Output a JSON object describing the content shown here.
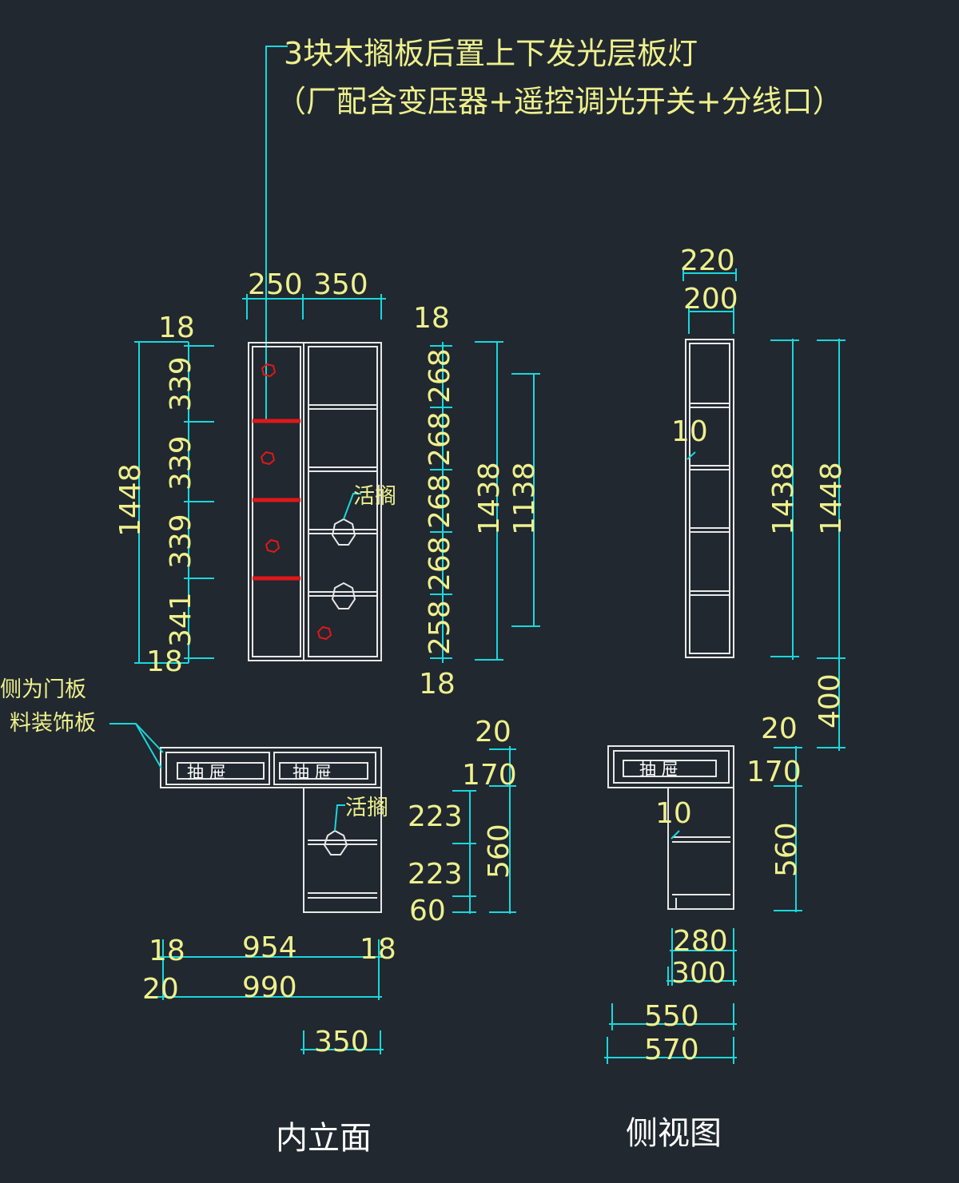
{
  "notes": {
    "line1": "3块木搁板后置上下发光层板灯",
    "line2": "（厂配含变压器+遥控调光开关+分线口）",
    "door_panel_1": "侧为门板",
    "door_panel_2": "料装饰板",
    "movable_shelf_1": "活搁",
    "movable_shelf_2": "活搁",
    "drawer_1": "抽 屉",
    "drawer_2": "抽 屉",
    "drawer_3": "抽 屉"
  },
  "titles": {
    "elevation": "内立面",
    "side_view": "侧视图"
  },
  "elevation": {
    "top_widths": [
      "250",
      "350"
    ],
    "left_total": "1448",
    "left_top_thk": "18",
    "left_bottom_thk": "18",
    "left_segments": [
      "339",
      "339",
      "339",
      "341"
    ],
    "right_top_thk": "18",
    "right_bottom_thk": "18",
    "right_segments": [
      "268",
      "268",
      "268",
      "268",
      "258"
    ],
    "right_total": "1438",
    "right_inner": "1138"
  },
  "plan": {
    "right_dims": [
      "20",
      "170",
      "560"
    ],
    "inner_dims": [
      "223",
      "223",
      "60"
    ],
    "bottom_row1": [
      "18",
      "954",
      "18"
    ],
    "bottom_row2": [
      "20",
      "990"
    ],
    "bottom_row3": "350"
  },
  "side": {
    "top_widths": [
      "220",
      "200"
    ],
    "shelf_thk": "10",
    "height_inner": "1438",
    "height_total": "1448",
    "base_gap": "400",
    "plan_right_dims": [
      "20",
      "170",
      "560"
    ],
    "plan_shelf_thk": "10",
    "bottom_dims": [
      "280",
      "300",
      "550",
      "570"
    ]
  },
  "colors": {
    "background": "#212830",
    "dimension": "#18d8dc",
    "text": "#eef08c",
    "outline": "#e8e8e8",
    "light_strip": "#e01818"
  }
}
